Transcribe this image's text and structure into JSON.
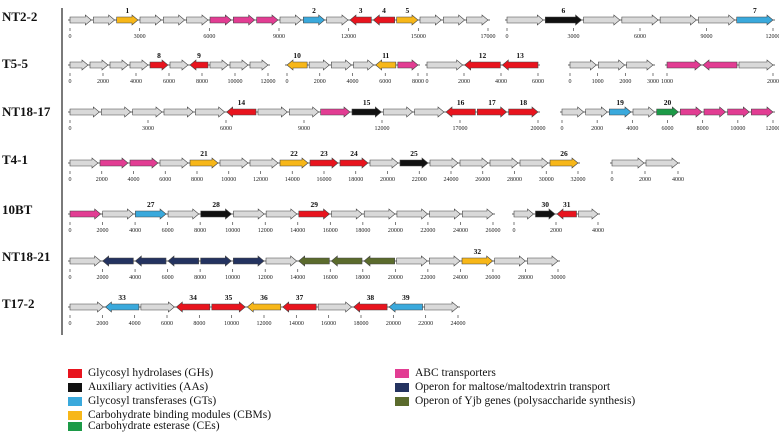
{
  "palette": {
    "grey": "#d9d9d9",
    "red": "#e8141e",
    "black": "#111111",
    "blue": "#3aa9dc",
    "yellow": "#f7b719",
    "green": "#1c9a47",
    "pink": "#e23d93",
    "navy": "#243360",
    "olive": "#5b6b2d"
  },
  "rows": [
    {
      "label": "NT2-2",
      "segments": [
        {
          "ticks": [
            "0",
            "3000",
            "6000",
            "9000",
            "12000",
            "15000",
            "17000"
          ],
          "genes": [
            {
              "d": 1,
              "c": "grey"
            },
            {
              "d": 1,
              "c": "grey"
            },
            {
              "d": 1,
              "c": "yellow",
              "n": "1"
            },
            {
              "d": 1,
              "c": "grey"
            },
            {
              "d": 1,
              "c": "grey"
            },
            {
              "d": 1,
              "c": "grey"
            },
            {
              "d": 1,
              "c": "pink"
            },
            {
              "d": 1,
              "c": "pink"
            },
            {
              "d": 1,
              "c": "pink"
            },
            {
              "d": 1,
              "c": "grey"
            },
            {
              "d": 1,
              "c": "blue",
              "n": "2"
            },
            {
              "d": 1,
              "c": "grey"
            },
            {
              "d": -1,
              "c": "red",
              "n": "3"
            },
            {
              "d": -1,
              "c": "red",
              "n": "4"
            },
            {
              "d": 1,
              "c": "yellow",
              "n": "5"
            },
            {
              "d": 1,
              "c": "grey"
            },
            {
              "d": 1,
              "c": "grey"
            },
            {
              "d": 1,
              "c": "grey"
            }
          ]
        },
        {
          "ticks": [
            "0",
            "3000",
            "6000",
            "9000",
            "12000"
          ],
          "genes": [
            {
              "d": 1,
              "c": "grey"
            },
            {
              "d": 1,
              "c": "black",
              "n": "6"
            },
            {
              "d": 1,
              "c": "grey"
            },
            {
              "d": 1,
              "c": "grey"
            },
            {
              "d": 1,
              "c": "grey"
            },
            {
              "d": 1,
              "c": "grey"
            },
            {
              "d": 1,
              "c": "blue",
              "n": "7"
            }
          ]
        }
      ]
    },
    {
      "label": "T5-5",
      "segments": [
        {
          "ticks": [
            "0",
            "2000",
            "4000",
            "6000",
            "8000",
            "10000",
            "12000"
          ],
          "genes": [
            {
              "d": 1,
              "c": "grey"
            },
            {
              "d": 1,
              "c": "grey"
            },
            {
              "d": 1,
              "c": "grey"
            },
            {
              "d": 1,
              "c": "grey"
            },
            {
              "d": 1,
              "c": "red",
              "n": "8"
            },
            {
              "d": 1,
              "c": "grey"
            },
            {
              "d": -1,
              "c": "red",
              "n": "9"
            },
            {
              "d": 1,
              "c": "grey"
            },
            {
              "d": 1,
              "c": "grey"
            },
            {
              "d": 1,
              "c": "grey"
            }
          ]
        },
        {
          "ticks": [
            "0",
            "2000",
            "4000",
            "6000",
            "8000"
          ],
          "genes": [
            {
              "d": -1,
              "c": "yellow",
              "n": "10"
            },
            {
              "d": 1,
              "c": "grey"
            },
            {
              "d": 1,
              "c": "grey"
            },
            {
              "d": 1,
              "c": "grey"
            },
            {
              "d": -1,
              "c": "yellow",
              "n": "11"
            },
            {
              "d": 1,
              "c": "pink"
            }
          ]
        },
        {
          "ticks": [
            "0",
            "2000",
            "4000",
            "6000"
          ],
          "genes": [
            {
              "d": 1,
              "c": "grey"
            },
            {
              "d": -1,
              "c": "red",
              "n": "12"
            },
            {
              "d": -1,
              "c": "red",
              "n": "13"
            }
          ]
        },
        {
          "ticks": [
            "0",
            "1000",
            "2000",
            "3000"
          ],
          "genes": [
            {
              "d": 1,
              "c": "grey"
            },
            {
              "d": 1,
              "c": "grey"
            },
            {
              "d": 1,
              "c": "grey"
            }
          ]
        },
        {
          "ticks": [
            "1000",
            "2000"
          ],
          "genes": [
            {
              "d": 1,
              "c": "pink"
            },
            {
              "d": -1,
              "c": "pink"
            },
            {
              "d": 1,
              "c": "grey"
            }
          ]
        }
      ]
    },
    {
      "label": "NT18-17",
      "segments": [
        {
          "ticks": [
            "0",
            "3000",
            "6000",
            "9000",
            "12000",
            "17000",
            "20000"
          ],
          "genes": [
            {
              "d": 1,
              "c": "grey"
            },
            {
              "d": 1,
              "c": "grey"
            },
            {
              "d": 1,
              "c": "grey"
            },
            {
              "d": 1,
              "c": "grey"
            },
            {
              "d": 1,
              "c": "grey"
            },
            {
              "d": -1,
              "c": "red",
              "n": "14"
            },
            {
              "d": 1,
              "c": "grey"
            },
            {
              "d": 1,
              "c": "grey"
            },
            {
              "d": 1,
              "c": "pink"
            },
            {
              "d": 1,
              "c": "black",
              "n": "15"
            },
            {
              "d": 1,
              "c": "grey"
            },
            {
              "d": 1,
              "c": "grey"
            },
            {
              "d": -1,
              "c": "red",
              "n": "16"
            },
            {
              "d": 1,
              "c": "red",
              "n": "17"
            },
            {
              "d": 1,
              "c": "red",
              "n": "18"
            }
          ]
        },
        {
          "ticks": [
            "0",
            "2000",
            "4000",
            "6000",
            "8000",
            "10000",
            "12000"
          ],
          "genes": [
            {
              "d": 1,
              "c": "grey"
            },
            {
              "d": 1,
              "c": "grey"
            },
            {
              "d": 1,
              "c": "blue",
              "n": "19"
            },
            {
              "d": 1,
              "c": "grey"
            },
            {
              "d": 1,
              "c": "green",
              "n": "20"
            },
            {
              "d": 1,
              "c": "pink"
            },
            {
              "d": 1,
              "c": "pink"
            },
            {
              "d": 1,
              "c": "pink"
            },
            {
              "d": 1,
              "c": "pink"
            }
          ]
        }
      ]
    },
    {
      "label": "T4-1",
      "segments": [
        {
          "ticks": [
            "0",
            "2000",
            "4000",
            "6000",
            "8000",
            "10000",
            "12000",
            "14000",
            "16000",
            "18000",
            "20000",
            "22000",
            "24000",
            "26000",
            "28000",
            "30000",
            "32000"
          ],
          "genes": [
            {
              "d": 1,
              "c": "grey"
            },
            {
              "d": 1,
              "c": "pink"
            },
            {
              "d": 1,
              "c": "pink"
            },
            {
              "d": 1,
              "c": "grey"
            },
            {
              "d": 1,
              "c": "yellow",
              "n": "21"
            },
            {
              "d": 1,
              "c": "grey"
            },
            {
              "d": 1,
              "c": "grey"
            },
            {
              "d": 1,
              "c": "yellow",
              "n": "22"
            },
            {
              "d": 1,
              "c": "red",
              "n": "23"
            },
            {
              "d": 1,
              "c": "red",
              "n": "24"
            },
            {
              "d": 1,
              "c": "grey"
            },
            {
              "d": 1,
              "c": "black",
              "n": "25"
            },
            {
              "d": 1,
              "c": "grey"
            },
            {
              "d": 1,
              "c": "grey"
            },
            {
              "d": 1,
              "c": "grey"
            },
            {
              "d": 1,
              "c": "grey"
            },
            {
              "d": 1,
              "c": "yellow",
              "n": "26"
            }
          ]
        },
        {
          "ticks": [
            "0",
            "2000",
            "4000"
          ],
          "genes": [
            {
              "d": 1,
              "c": "grey"
            },
            {
              "d": 1,
              "c": "grey"
            }
          ]
        }
      ]
    },
    {
      "label": "10BT",
      "segments": [
        {
          "ticks": [
            "0",
            "2000",
            "4000",
            "6000",
            "8000",
            "10000",
            "12000",
            "14000",
            "16000",
            "18000",
            "20000",
            "22000",
            "24000",
            "26000"
          ],
          "genes": [
            {
              "d": 1,
              "c": "pink"
            },
            {
              "d": 1,
              "c": "grey"
            },
            {
              "d": 1,
              "c": "blue",
              "n": "27"
            },
            {
              "d": 1,
              "c": "grey"
            },
            {
              "d": 1,
              "c": "black",
              "n": "28"
            },
            {
              "d": 1,
              "c": "grey"
            },
            {
              "d": 1,
              "c": "grey"
            },
            {
              "d": 1,
              "c": "red",
              "n": "29"
            },
            {
              "d": 1,
              "c": "grey"
            },
            {
              "d": 1,
              "c": "grey"
            },
            {
              "d": 1,
              "c": "grey"
            },
            {
              "d": 1,
              "c": "grey"
            },
            {
              "d": 1,
              "c": "grey"
            }
          ]
        },
        {
          "ticks": [
            "0",
            "2000",
            "4000"
          ],
          "genes": [
            {
              "d": 1,
              "c": "grey"
            },
            {
              "d": 1,
              "c": "black",
              "n": "30"
            },
            {
              "d": -1,
              "c": "red",
              "n": "31"
            },
            {
              "d": 1,
              "c": "grey"
            }
          ]
        }
      ]
    },
    {
      "label": "NT18-21",
      "segments": [
        {
          "ticks": [
            "0",
            "2000",
            "4000",
            "6000",
            "8000",
            "10000",
            "12000",
            "14000",
            "16000",
            "18000",
            "20000",
            "22000",
            "24000",
            "26000",
            "28000",
            "30000"
          ],
          "genes": [
            {
              "d": 1,
              "c": "grey"
            },
            {
              "d": -1,
              "c": "navy"
            },
            {
              "d": -1,
              "c": "navy"
            },
            {
              "d": -1,
              "c": "navy"
            },
            {
              "d": 1,
              "c": "navy"
            },
            {
              "d": 1,
              "c": "navy"
            },
            {
              "d": 1,
              "c": "grey"
            },
            {
              "d": -1,
              "c": "olive"
            },
            {
              "d": -1,
              "c": "olive"
            },
            {
              "d": -1,
              "c": "olive"
            },
            {
              "d": 1,
              "c": "grey"
            },
            {
              "d": 1,
              "c": "grey"
            },
            {
              "d": 1,
              "c": "yellow",
              "n": "32"
            },
            {
              "d": 1,
              "c": "grey"
            },
            {
              "d": 1,
              "c": "grey"
            }
          ]
        }
      ]
    },
    {
      "label": "T17-2",
      "segments": [
        {
          "ticks": [
            "0",
            "2000",
            "4000",
            "6000",
            "8000",
            "10000",
            "12000",
            "14000",
            "16000",
            "18000",
            "20000",
            "22000",
            "24000"
          ],
          "genes": [
            {
              "d": 1,
              "c": "grey"
            },
            {
              "d": -1,
              "c": "blue",
              "n": "33"
            },
            {
              "d": 1,
              "c": "grey"
            },
            {
              "d": -1,
              "c": "red",
              "n": "34"
            },
            {
              "d": 1,
              "c": "red",
              "n": "35"
            },
            {
              "d": -1,
              "c": "yellow",
              "n": "36"
            },
            {
              "d": -1,
              "c": "red",
              "n": "37"
            },
            {
              "d": 1,
              "c": "grey"
            },
            {
              "d": -1,
              "c": "red",
              "n": "38"
            },
            {
              "d": -1,
              "c": "blue",
              "n": "39"
            },
            {
              "d": 1,
              "c": "grey"
            }
          ]
        }
      ]
    }
  ],
  "legend": [
    {
      "key": "red",
      "label": "Glycosyl hydrolases (GHs)"
    },
    {
      "key": "black",
      "label": "Auxiliary activities (AAs)"
    },
    {
      "key": "blue",
      "label": "Glycosyl transferases (GTs)"
    },
    {
      "key": "yellow",
      "label": "Carbohydrate binding modules (CBMs)"
    },
    {
      "key": "green",
      "label": "Carbohydrate esterase (CEs)"
    },
    {
      "key": "pink",
      "label": "ABC transporters"
    },
    {
      "key": "navy",
      "label": "Operon for maltose/maltodextrin transport"
    },
    {
      "key": "olive",
      "label": "Operon of Yjb genes (polysaccharide synthesis)"
    }
  ]
}
